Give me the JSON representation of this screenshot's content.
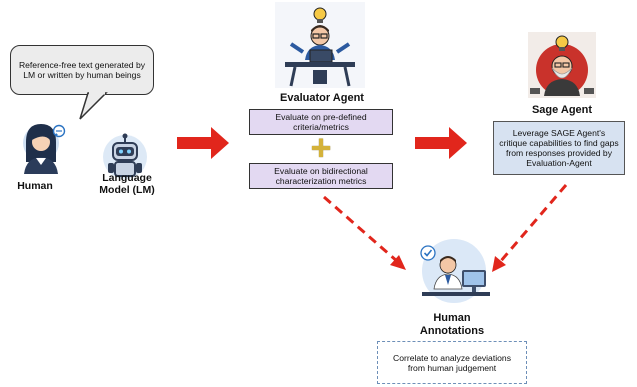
{
  "bubble": {
    "text": "Reference-free text generated by LM or written by human beings"
  },
  "human": {
    "label": "Human"
  },
  "lm": {
    "label": "Language Model (LM)"
  },
  "evaluator": {
    "title": "Evaluator Agent",
    "box1": "Evaluate on pre-defined criteria/metrics",
    "plus": "+",
    "box2": "Evaluate on bidirectional characterization metrics"
  },
  "sage": {
    "title": "Sage Agent",
    "box": "Leverage SAGE Agent's critique capabilities to find gaps from responses provided by Evaluation-Agent"
  },
  "annotations": {
    "title": "Human Annotations",
    "box": "Correlate to analyze deviations from human judgement"
  },
  "colors": {
    "arrow_red": "#e1261c",
    "purple_box": "#e3d9f2",
    "blue_box": "#d7e2f1",
    "plus_gold": "#d4b23a",
    "dash_blue": "#6d8fb8"
  },
  "icons": [
    "chat-icon",
    "human-avatar-icon",
    "robot-icon",
    "evaluator-illustration",
    "sage-illustration",
    "annotator-illustration",
    "lightbulb-icon",
    "checkmark-icon"
  ]
}
